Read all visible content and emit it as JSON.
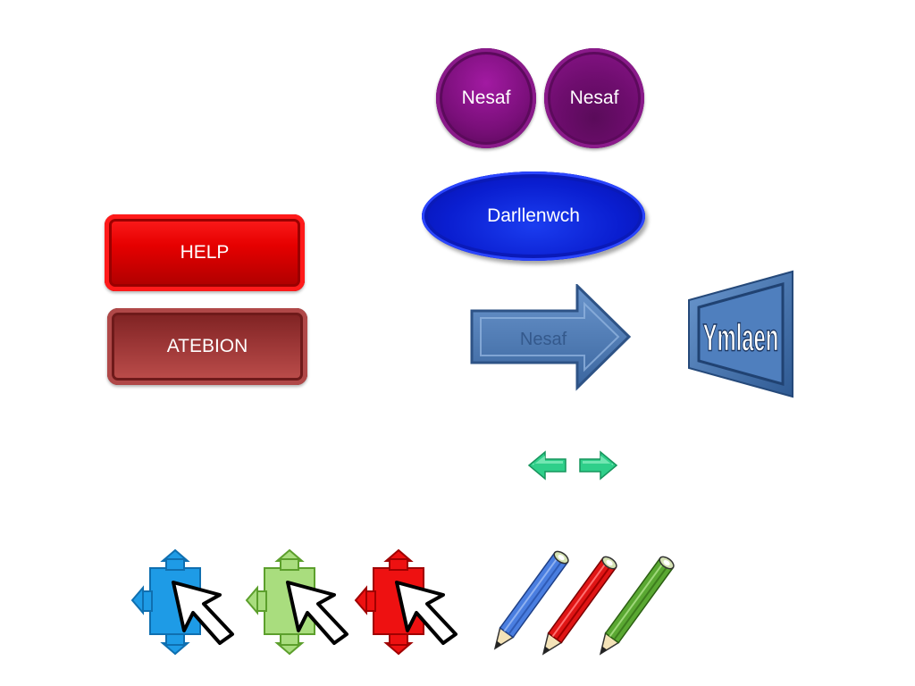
{
  "buttons": {
    "nesaf_circle_1": "Nesaf",
    "nesaf_circle_2": "Nesaf",
    "darllenwch": "Darllenwch",
    "help": "HELP",
    "atebion": "ATEBION",
    "nesaf_arrow": "Nesaf",
    "ymlaen": "Ymlaen"
  },
  "colors": {
    "purple": "#7a0f7a",
    "blue": "#0a1ed0",
    "red": "#e60000",
    "dark_red": "#9a3535",
    "steel_blue": "#4a78b4",
    "green": "#2fcf8a"
  },
  "icons": [
    "blue-move-cursor-icon",
    "green-move-cursor-icon",
    "red-move-cursor-icon",
    "blue-pencil-icon",
    "red-pencil-icon",
    "green-pencil-icon",
    "green-left-arrow-icon",
    "green-right-arrow-icon"
  ]
}
